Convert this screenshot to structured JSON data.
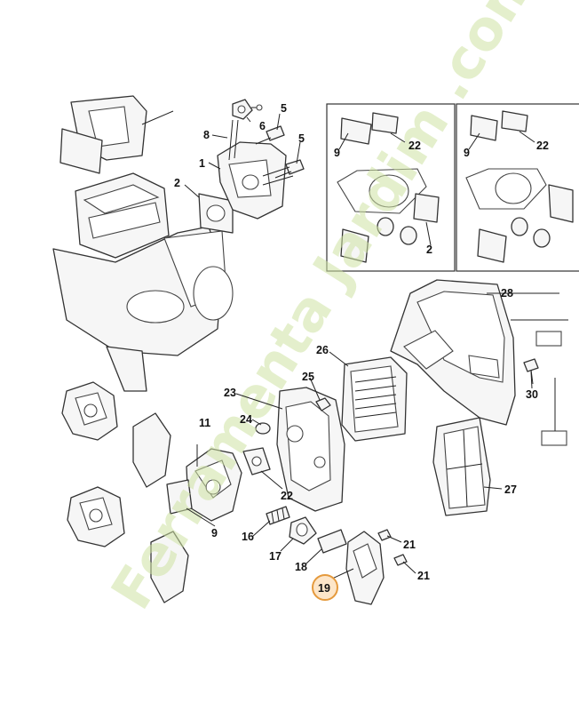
{
  "callouts": {
    "c1": "1",
    "c2": "2",
    "c5a": "5",
    "c5b": "5",
    "c6": "6",
    "c8": "8",
    "c9_inset_a": "9",
    "c22_inset_a": "22",
    "c2_inset_a": "2",
    "c9_inset_b": "9",
    "c22_inset_b": "22",
    "c28": "28",
    "c30": "30",
    "c26": "26",
    "c25": "25",
    "c27": "27",
    "c23": "23",
    "c24": "24",
    "c11": "11",
    "c22": "22",
    "c9": "9",
    "c16": "16",
    "c17": "17",
    "c18": "18",
    "c19": "19",
    "c21a": "21",
    "c21b": "21"
  },
  "highlighted_callout": "19",
  "watermark": "Ferramenta Jardim .com",
  "colors": {
    "highlight_ring": "#e59a3d",
    "highlight_fill": "#fde6c9",
    "watermark_green": "#cfe3a3",
    "watermark_tan": "#dccfbd",
    "line": "#333333"
  }
}
